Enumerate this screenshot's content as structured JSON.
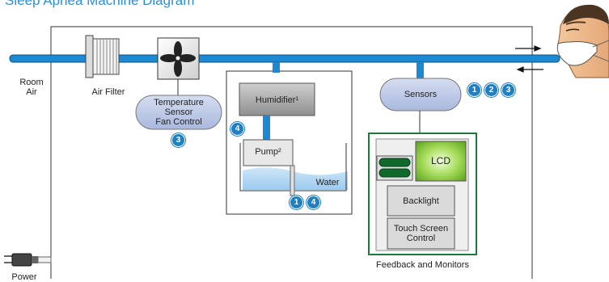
{
  "title": "Sleep Apnea Machine Diagram",
  "labels": {
    "room_air": "Room\nAir",
    "air_filter": "Air Filter",
    "temp_sensor": "Temperature\nSensor\nFan Control",
    "humidifier": "Humidifier¹",
    "pump": "Pump²",
    "water": "Water",
    "sensors": "Sensors",
    "lcd": "LCD",
    "backlight": "Backlight",
    "touch_screen": "Touch Screen\nControl",
    "feedback": "Feedback and Monitors",
    "power": "Power"
  },
  "badges": {
    "temp": "3",
    "humidifier": "4",
    "tank_a": "1",
    "tank_b": "4",
    "sensor_a": "1",
    "sensor_b": "2",
    "sensor_c": "3"
  },
  "colors": {
    "title": "#2a8fd6",
    "pipe": "#1e88d0",
    "badge": "#1f7fc4",
    "feedback_border": "#1f7a3a",
    "lcd": "#7ec832",
    "sensor_fill": "#b9c6e4"
  }
}
